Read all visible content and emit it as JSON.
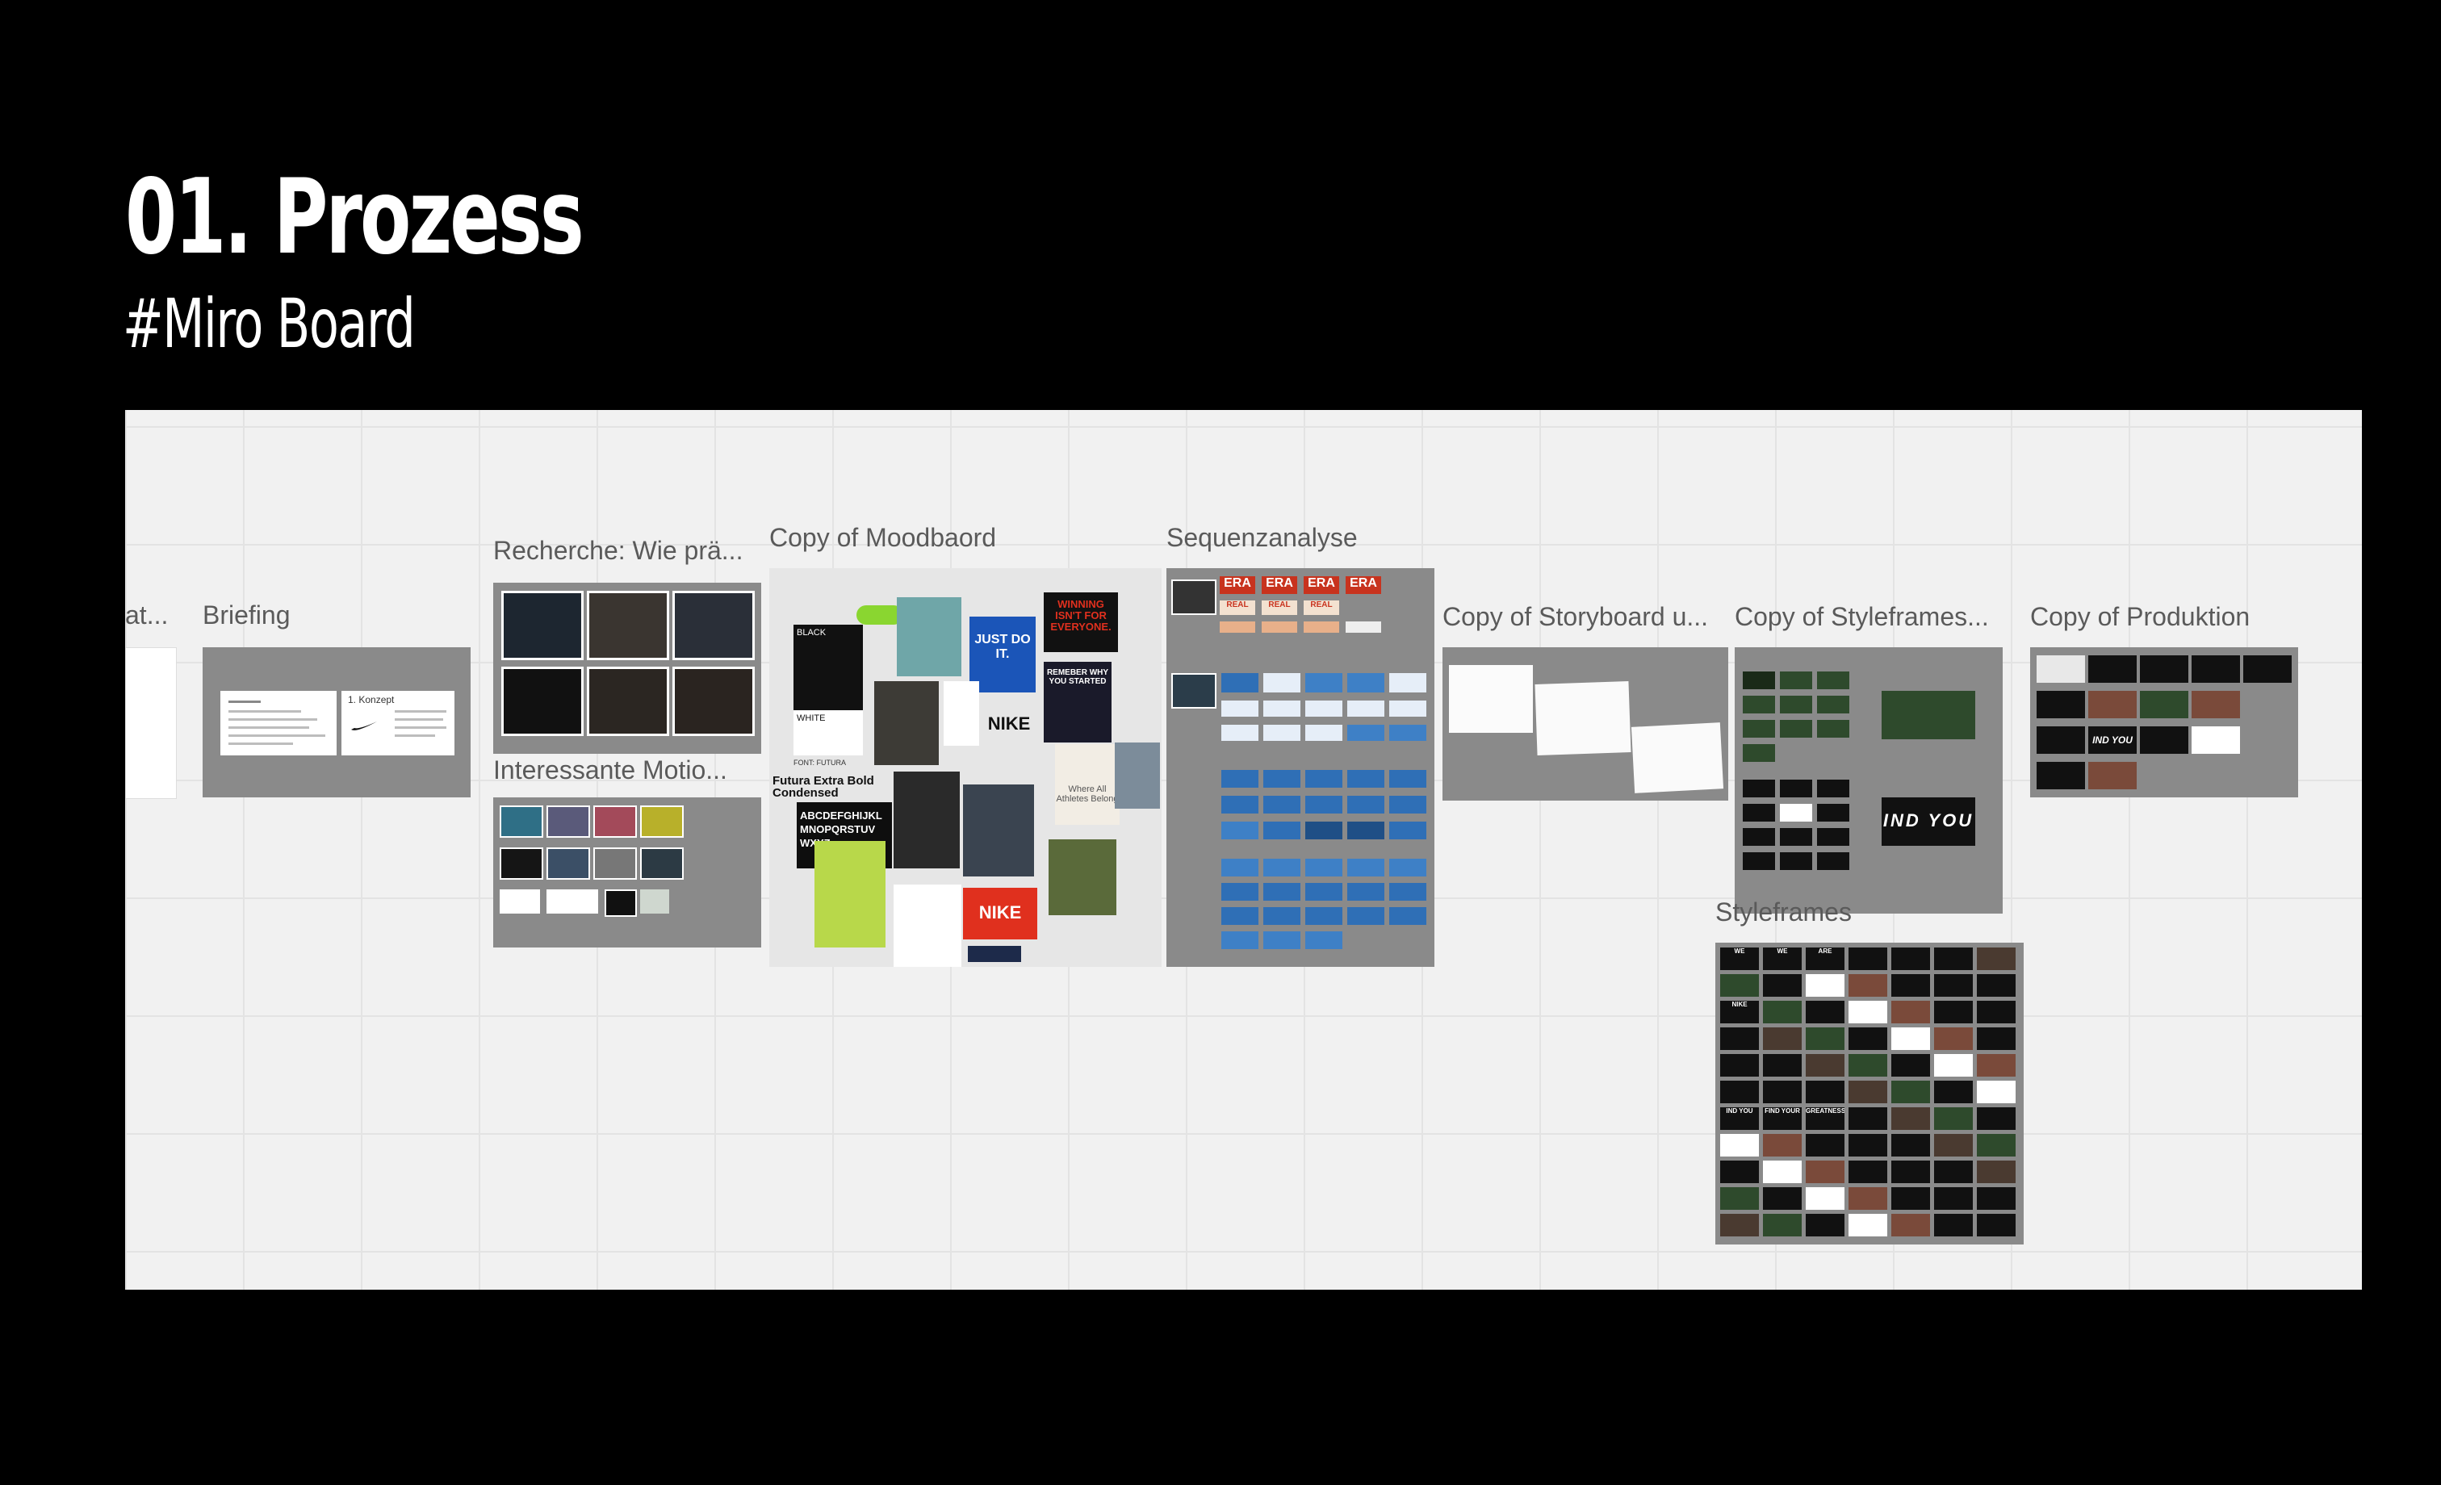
{
  "slide": {
    "title": "01. Prozess",
    "subtitle": "#Miro Board"
  },
  "board": {
    "frames": [
      {
        "id": "partial",
        "label": "at..."
      },
      {
        "id": "briefing",
        "label": "Briefing",
        "doc_heading": "1. Konzept"
      },
      {
        "id": "recherche",
        "label": "Recherche: Wie prä..."
      },
      {
        "id": "motion",
        "label": "Interessante Motio..."
      },
      {
        "id": "moodboard",
        "label": "Copy of Moodbaord",
        "texts": [
          "BLACK",
          "WHITE",
          "FONT: FUTURA",
          "Futura Extra Bold Condensed",
          "ABCDEFGHIJKL MNOPQRSTUV WXYZ",
          "WINNING ISN'T FOR EVERYONE.",
          "JUST DO IT.",
          "NIKE",
          "REMEBER WHY YOU STARTED",
          "Where All Athletes Belong",
          "NIKE"
        ]
      },
      {
        "id": "sequenz",
        "label": "Sequenzanalyse",
        "texts": [
          "ERA",
          "ERA",
          "ERA",
          "ERA",
          "REAL",
          "REAL",
          "REAL"
        ]
      },
      {
        "id": "storyboard",
        "label": "Copy of Storyboard u..."
      },
      {
        "id": "styleframes_copy",
        "label": "Copy of Styleframes...",
        "texts": [
          "IND YOU"
        ]
      },
      {
        "id": "produktion",
        "label": "Copy of Produktion",
        "texts": [
          "IND YOU"
        ]
      },
      {
        "id": "styleframes",
        "label": "Styleframes",
        "texts": [
          "WE",
          "WE",
          "ARE",
          "NIKE",
          "IND YOU",
          "FIND YOUR",
          "GREATNESS."
        ]
      }
    ]
  },
  "colors": {
    "background": "#000000",
    "canvas": "#f1f1f1",
    "frame": "#8a8a8a",
    "nike_red": "#e0301e",
    "era_red": "#c8331e",
    "blue_tile": "#2f6fb6",
    "dark_green": "#2e4a2c"
  }
}
